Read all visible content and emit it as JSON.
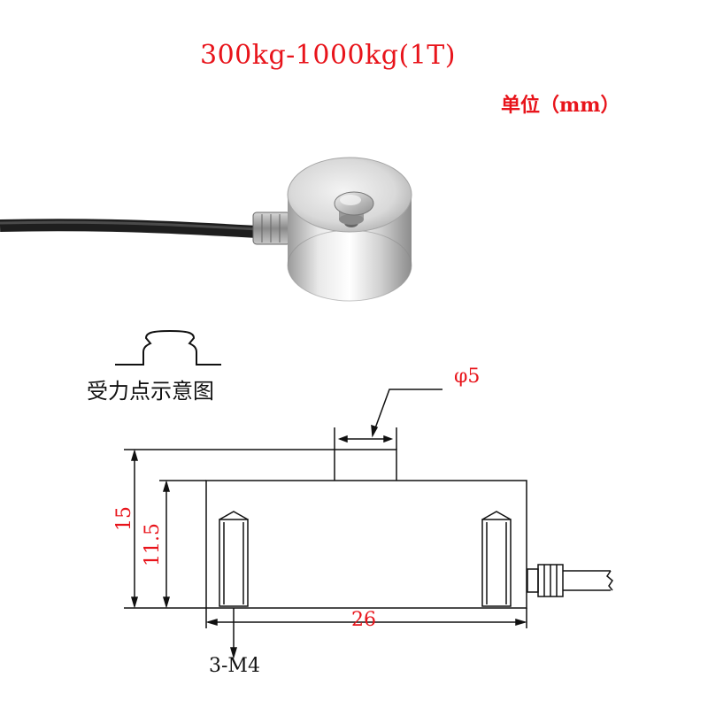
{
  "title": "300kg-1000kg(1T)",
  "unit_label": "单位（mm）",
  "force_point_label": "受力点示意图",
  "dimensions": {
    "top_diameter": "φ5",
    "total_height": "15",
    "body_height": "11.5",
    "width": "26",
    "thread_spec": "3-M4"
  },
  "colors": {
    "dimension_text": "#e8141b",
    "line": "#111111"
  }
}
